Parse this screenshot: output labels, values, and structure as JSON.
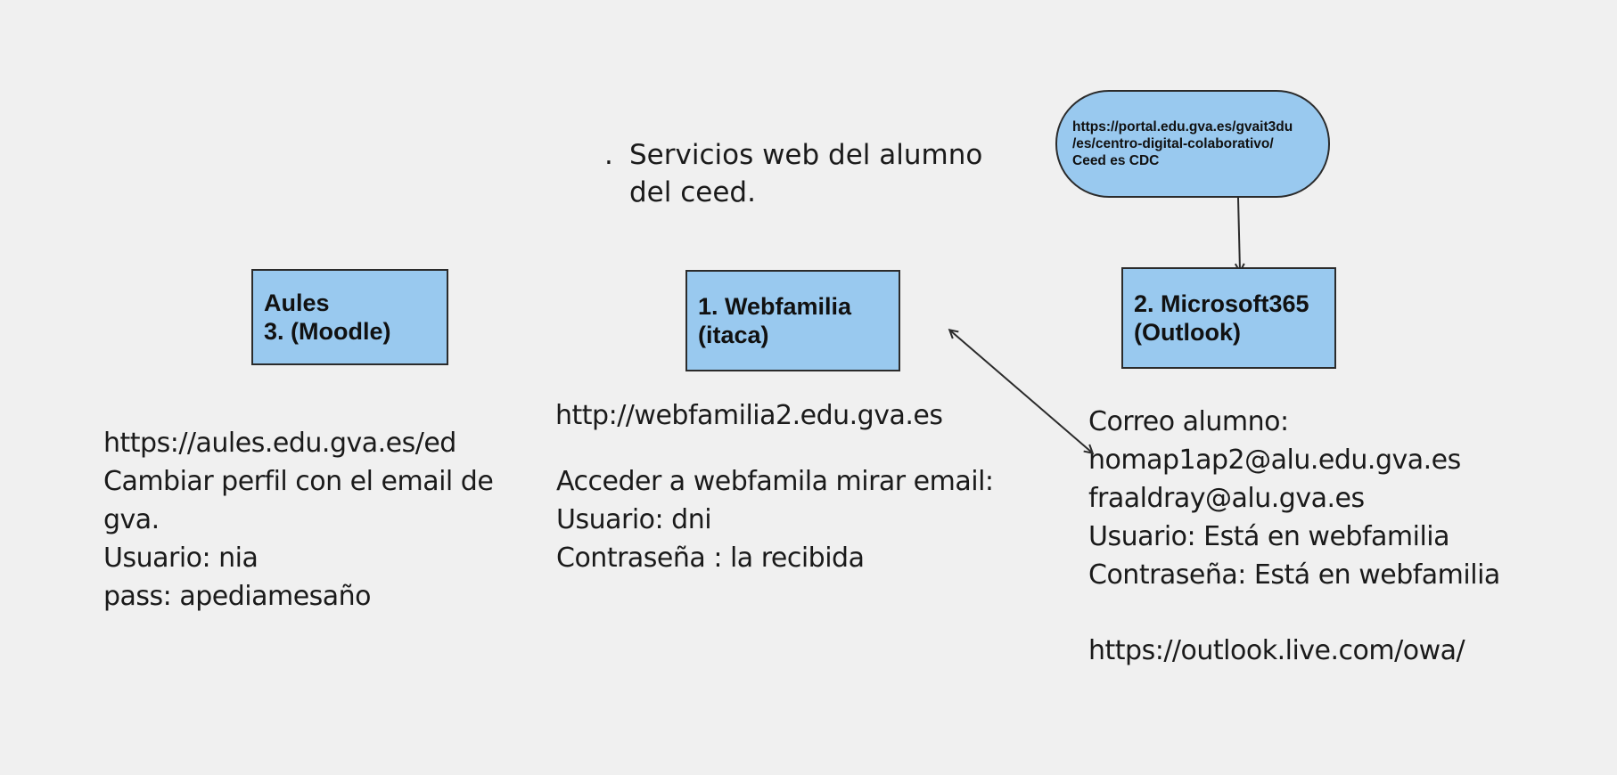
{
  "title": {
    "bullet": ".",
    "line1": "Servicios web del alumno",
    "line2": "del ceed."
  },
  "boxes": {
    "aules": {
      "line1": "Aules",
      "line2": "3. (Moodle)"
    },
    "webfamilia": {
      "line1": "1. Webfamilia",
      "line2": "(itaca)"
    },
    "microsoft": {
      "line1": "2. Microsoft365",
      "line2": "(Outlook)"
    }
  },
  "portal": {
    "line1": "https://portal.edu.gva.es/gvait3du",
    "line2": "/es/centro-digital-colaborativo/",
    "line3": "Ceed es CDC"
  },
  "aules_notes": [
    "https://aules.edu.gva.es/ed",
    "Cambiar perfil con el email de",
    "gva.",
    "Usuario: nia",
    "pass: apediamesaño"
  ],
  "webfamilia_notes": {
    "url": "http://webfamilia2.edu.gva.es",
    "lines": [
      "Acceder a webfamila mirar email:",
      "Usuario:  dni",
      "Contraseña : la recibida"
    ]
  },
  "microsoft_notes": {
    "lines": [
      "Correo alumno:",
      "nomap1ap2@alu.edu.gva.es",
      "fraaldray@alu.gva.es",
      "Usuario: Está en webfamilia",
      "Contraseña: Está en webfamilia"
    ],
    "url": "https://outlook.live.com/owa/"
  },
  "colors": {
    "box_fill": "#99c9ef",
    "stroke": "#2b2b2b",
    "background": "#f0f0f0"
  }
}
